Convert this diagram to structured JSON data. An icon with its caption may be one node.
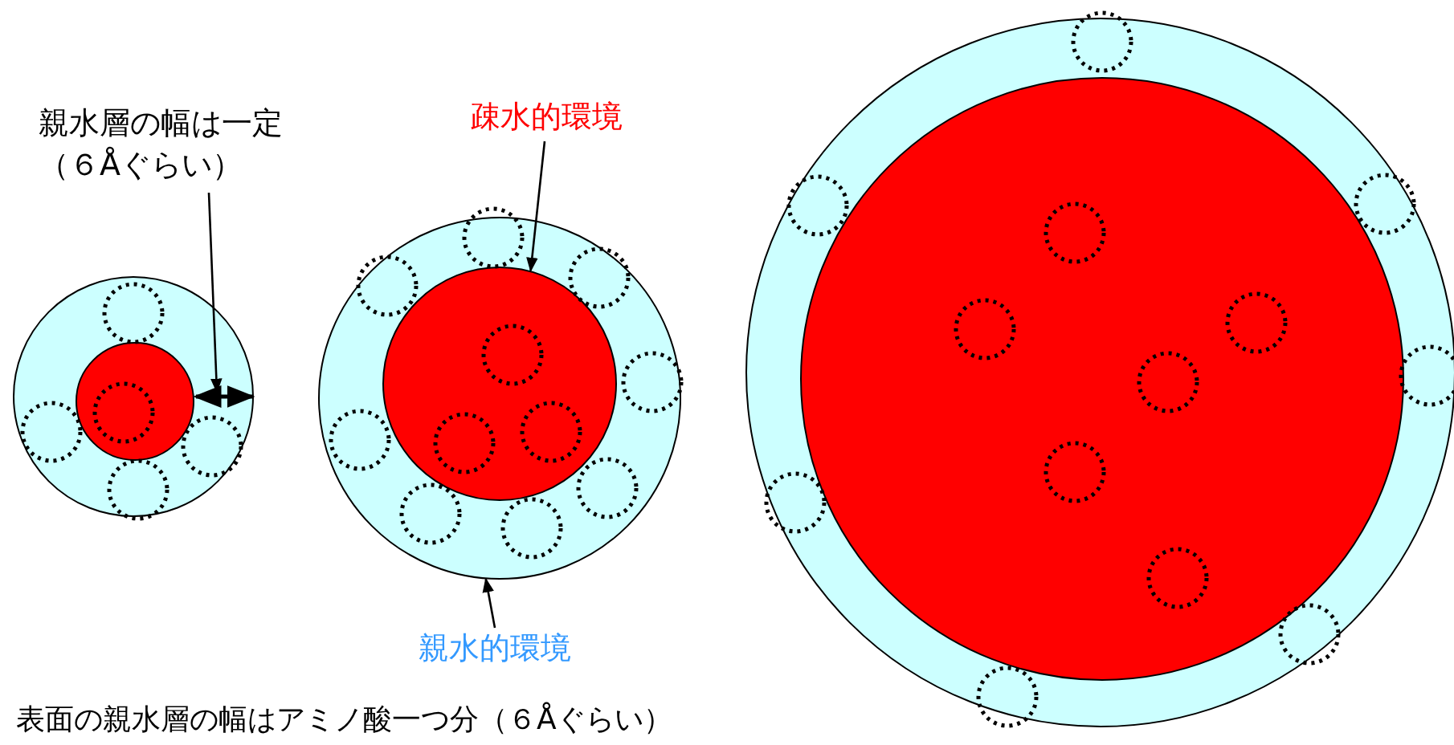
{
  "diagram": {
    "nodes": [
      {
        "text": [
          "親水層の幅は一定（６Åぐらい）"
        ]
      },
      {
        "text": [
          "疎水的環境"
        ]
      },
      {
        "text": [
          "親水的環境"
        ]
      },
      {
        "text": [],
        "shape": "circle"
      },
      {
        "text": [],
        "shape": "circle",
        "in": 3
      },
      {
        "text": [],
        "shape": "circle"
      },
      {
        "text": [],
        "shape": "circle",
        "in": 5
      },
      {
        "text": [],
        "shape": "circle"
      },
      {
        "text": [],
        "shape": "circle",
        "in": 7
      }
    ],
    "edges": [
      {
        "from": 0,
        "to": 3,
        "arrow": "to"
      },
      {
        "from": 1,
        "to": 6,
        "arrow": "to"
      },
      {
        "from": 2,
        "to": 5,
        "arrow": "to"
      }
    ],
    "labels": [
      "表面の親水層の幅はアミノ酸一つ分（６Åぐらい）"
    ]
  }
}
